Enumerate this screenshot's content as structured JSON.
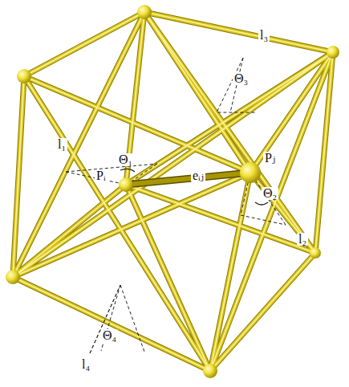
{
  "diagram": {
    "labels": [
      "l₃",
      "l₁",
      "l₂",
      "l₄",
      "Θ₃",
      "Θ₁",
      "Θ₂",
      "Θ₄",
      "eᵢⱼ",
      "Pᵢ",
      "Pⱼ"
    ]
  }
}
